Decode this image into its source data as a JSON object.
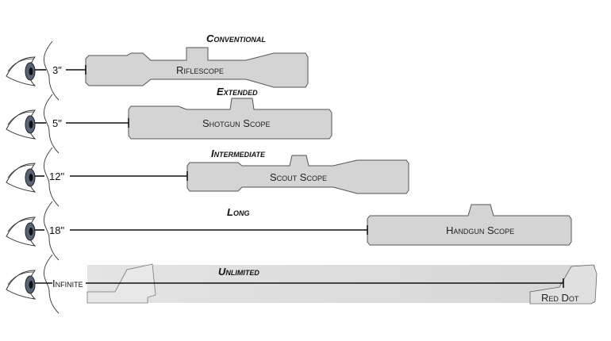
{
  "rows": [
    {
      "category": "Conventional",
      "distance": "3\"",
      "scope": "Riflescope"
    },
    {
      "category": "Extended",
      "distance": "5\"",
      "scope": "Shotgun Scope"
    },
    {
      "category": "Intermediate",
      "distance": "12\"",
      "scope": "Scout Scope"
    },
    {
      "category": "Long",
      "distance": "18\"",
      "scope": "Handgun Scope"
    },
    {
      "category": "Unlimited",
      "distance": "Infinite",
      "scope": "Red Dot"
    }
  ],
  "colors": {
    "scope_fill": "#d4d4d4",
    "iris": "#5a6478",
    "line": "#111111"
  }
}
